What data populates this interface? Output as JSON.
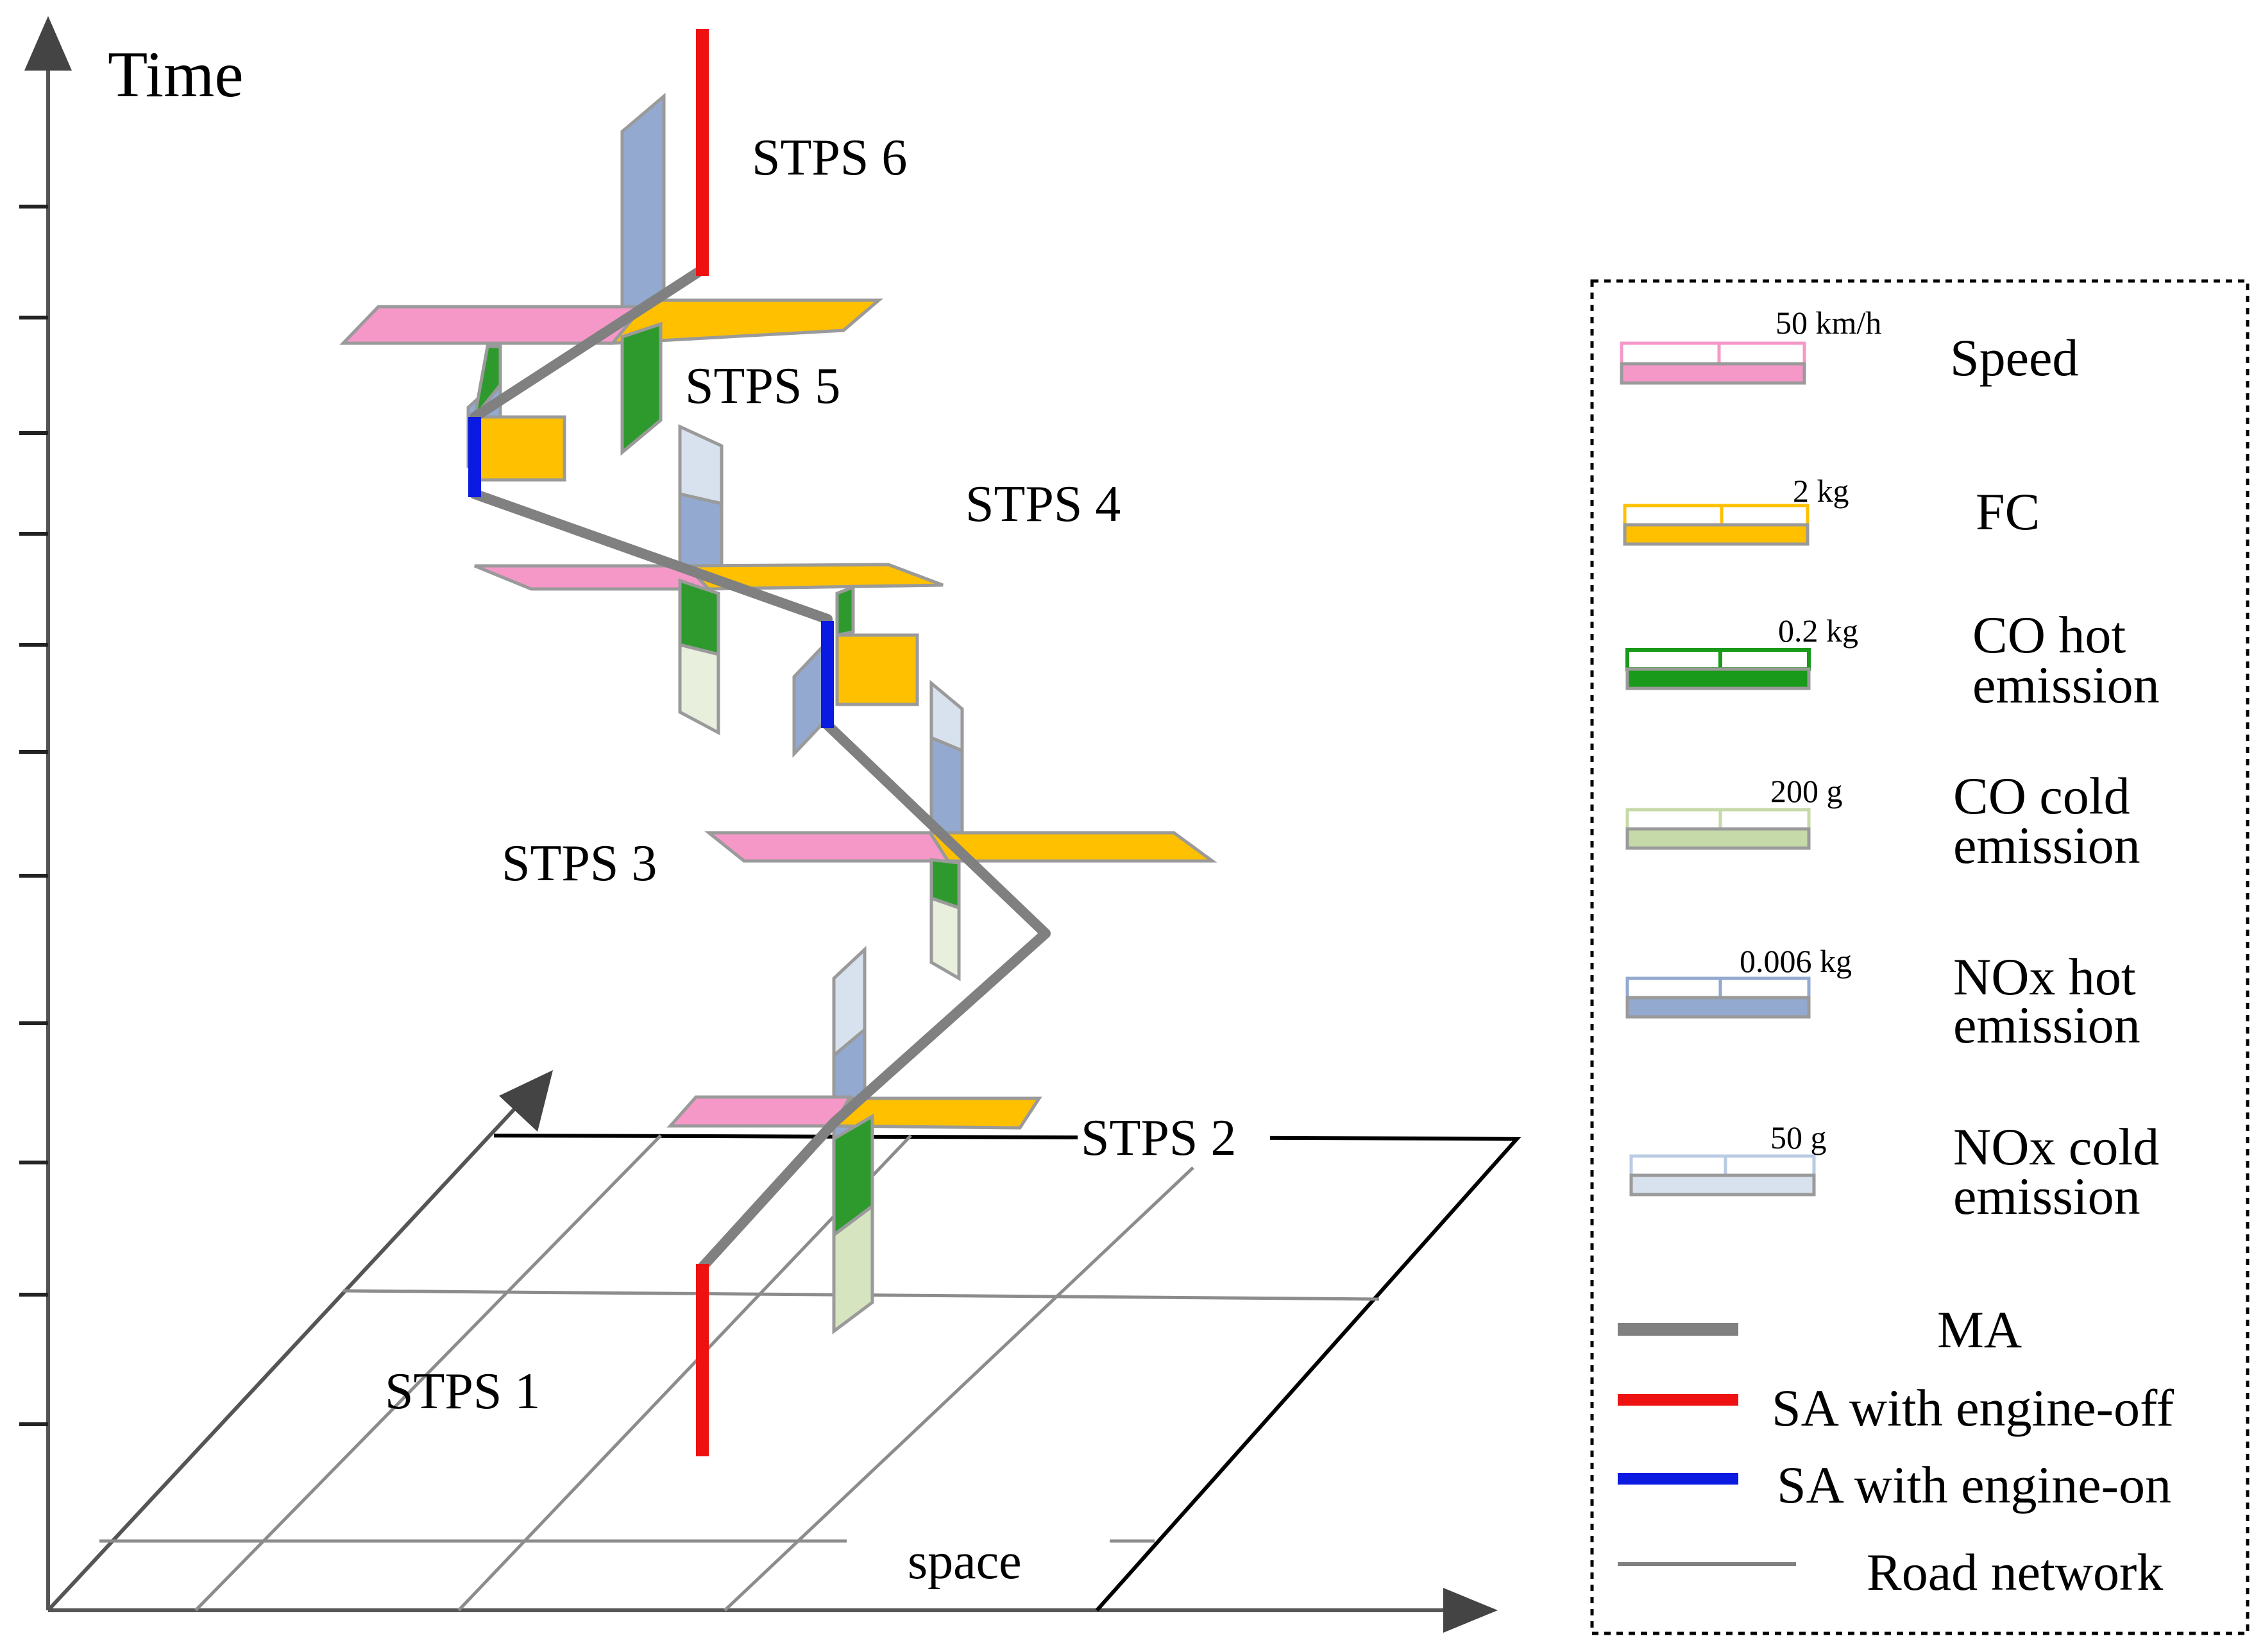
{
  "axes": {
    "y_label": "Time",
    "x_label": "space"
  },
  "stps_labels": [
    "STPS 1",
    "STPS 2",
    "STPS 3",
    "STPS 4",
    "STPS 5",
    "STPS 6"
  ],
  "legend": {
    "items": [
      {
        "key": "speed",
        "label_lines": [
          "Speed"
        ],
        "unit": "50 km/h",
        "fill": "#f598c8",
        "outline": "#f598c8"
      },
      {
        "key": "fc",
        "label_lines": [
          "FC"
        ],
        "unit": "2 kg",
        "fill": "#ffc000",
        "outline": "#ffc000"
      },
      {
        "key": "co_hot",
        "label_lines": [
          "CO hot",
          "emission"
        ],
        "unit": "0.2  kg",
        "fill": "#1a9a1a",
        "outline": "#1a9a1a"
      },
      {
        "key": "co_cold",
        "label_lines": [
          "CO cold",
          "emission"
        ],
        "unit": "200  g",
        "fill": "#c6d9a8",
        "outline": "#c6d9a8"
      },
      {
        "key": "nox_hot",
        "label_lines": [
          "NOx hot",
          "emission"
        ],
        "unit": "0.006  kg",
        "fill": "#93a9cf",
        "outline": "#93a9cf"
      },
      {
        "key": "nox_cold",
        "label_lines": [
          "NOx cold",
          "emission"
        ],
        "unit": "50  g",
        "fill": "#d8e1ee",
        "outline": "#b9cbe3"
      }
    ],
    "lines": [
      {
        "key": "ma",
        "label": "MA",
        "color": "#808080"
      },
      {
        "key": "sa_off",
        "label": "SA with engine-off",
        "color": "#ee1111"
      },
      {
        "key": "sa_on",
        "label": "SA with engine-on",
        "color": "#0a1ae0"
      },
      {
        "key": "road",
        "label": "Road network",
        "color": "#808080"
      }
    ]
  },
  "colors": {
    "speed": "#f598c8",
    "fc": "#ffc000",
    "co_hot": "#2e9a2e",
    "co_cold": "#e8efdc",
    "nox_hot": "#93a9cf",
    "nox_cold": "#d8e1ee",
    "ma": "#808080",
    "sa_off": "#ee1111",
    "sa_on": "#0a1ae0",
    "road": "#8c8c8c"
  }
}
